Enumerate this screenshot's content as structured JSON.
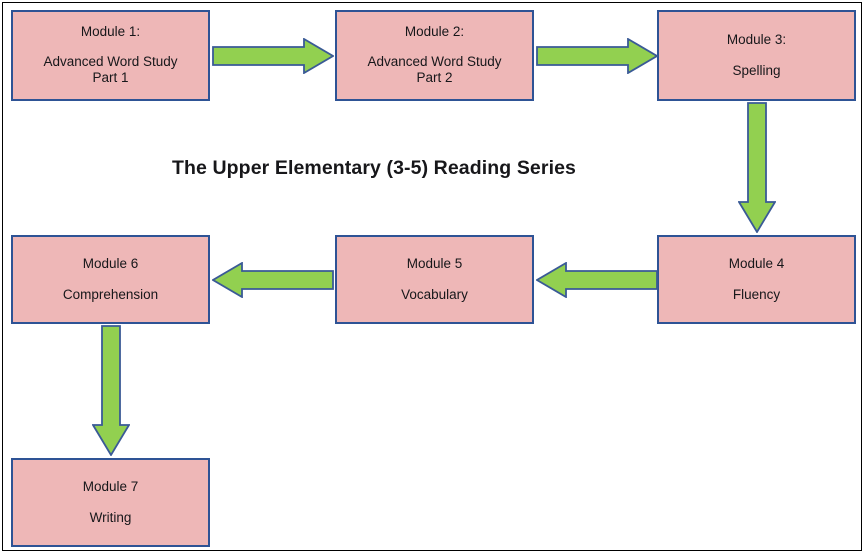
{
  "diagram": {
    "title": "The Upper Elementary (3-5) Reading Series",
    "type": "flowchart",
    "colors": {
      "node_fill": "#eeb7b7",
      "node_border": "#2e5395",
      "arrow_fill": "#92d050",
      "arrow_border": "#3a5a96",
      "frame_border": "#000000",
      "text": "#17171a"
    },
    "nodes": [
      {
        "id": "module-1",
        "title": "Module 1:",
        "subtitle": "Advanced Word Study\nPart 1"
      },
      {
        "id": "module-2",
        "title": "Module 2:",
        "subtitle": "Advanced Word Study\nPart 2"
      },
      {
        "id": "module-3",
        "title": "Module 3:",
        "subtitle": "Spelling"
      },
      {
        "id": "module-4",
        "title": "Module 4",
        "subtitle": "Fluency"
      },
      {
        "id": "module-5",
        "title": "Module 5",
        "subtitle": "Vocabulary"
      },
      {
        "id": "module-6",
        "title": "Module 6",
        "subtitle": "Comprehension"
      },
      {
        "id": "module-7",
        "title": "Module 7",
        "subtitle": "Writing"
      }
    ],
    "connections": [
      {
        "id": "arrow-1-to-2",
        "from": "module-1",
        "to": "module-2",
        "direction": "right"
      },
      {
        "id": "arrow-2-to-3",
        "from": "module-2",
        "to": "module-3",
        "direction": "right"
      },
      {
        "id": "arrow-3-to-4",
        "from": "module-3",
        "to": "module-4",
        "direction": "down"
      },
      {
        "id": "arrow-4-to-5",
        "from": "module-4",
        "to": "module-5",
        "direction": "left"
      },
      {
        "id": "arrow-5-to-6",
        "from": "module-5",
        "to": "module-6",
        "direction": "left"
      },
      {
        "id": "arrow-6-to-7",
        "from": "module-6",
        "to": "module-7",
        "direction": "down"
      }
    ]
  }
}
